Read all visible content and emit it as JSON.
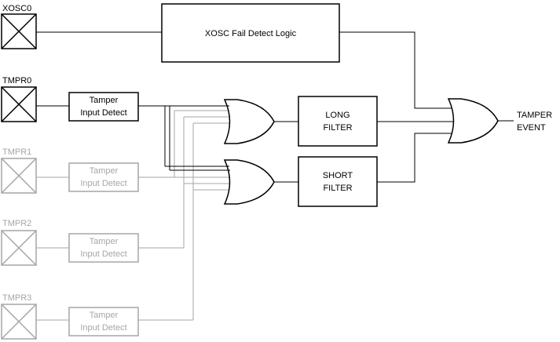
{
  "colors": {
    "active": "#000000",
    "inactive": "#a6a6a6"
  },
  "pins": [
    {
      "label": "XOSC0",
      "active": true
    },
    {
      "label": "TMPR0",
      "active": true
    },
    {
      "label": "TMPR1",
      "active": false
    },
    {
      "label": "TMPR2",
      "active": false
    },
    {
      "label": "TMPR3",
      "active": false
    }
  ],
  "detect_blocks": [
    {
      "line1": "Tamper",
      "line2": "Input Detect",
      "active": true
    },
    {
      "line1": "Tamper",
      "line2": "Input Detect",
      "active": false
    },
    {
      "line1": "Tamper",
      "line2": "Input Detect",
      "active": false
    },
    {
      "line1": "Tamper",
      "line2": "Input Detect",
      "active": false
    }
  ],
  "xosc_block": {
    "label": "XOSC Fail Detect Logic"
  },
  "long_filter": {
    "line1": "LONG",
    "line2": "FILTER"
  },
  "short_filter": {
    "line1": "SHORT",
    "line2": "FILTER"
  },
  "output": {
    "line1": "TAMPER",
    "line2": "EVENT"
  }
}
